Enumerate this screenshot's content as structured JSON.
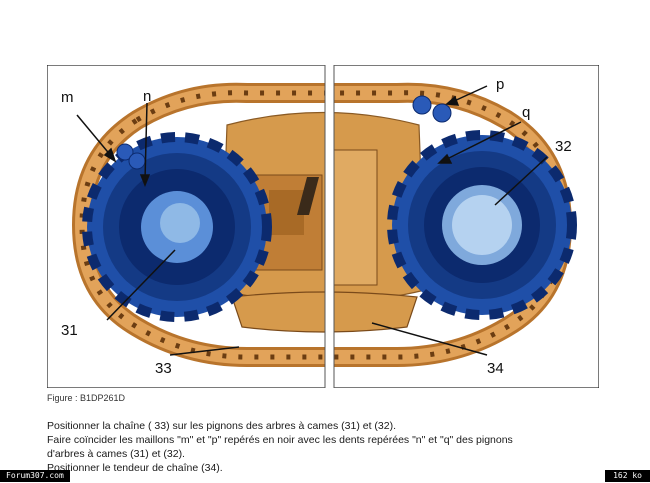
{
  "figure": {
    "labels": {
      "m": "m",
      "n": "n",
      "p": "p",
      "q": "q",
      "sprocket_left": "31",
      "sprocket_right": "32",
      "chain": "33",
      "tensioner": "34"
    },
    "colors": {
      "chain_outer": "#c8873a",
      "chain_link": "#7a4a1a",
      "sprocket_blue": "#1f4fa8",
      "sprocket_dark": "#0c2a6e",
      "hub_light": "#8fb9e6",
      "body_tan": "#d49a4a",
      "divider": "#ffffff"
    }
  },
  "caption": "Figure : B1DP261D",
  "instructions": [
    "Positionner la chaîne ( 33) sur les pignons des arbres à cames (31) et (32).",
    "Faire coïncider les maillons \"m\" et \"p\" repérés en noir avec les dents repérées \"n\" et \"q\" des pignons",
    "d'arbres à cames (31) et (32).",
    "Positionner le tendeur de chaîne (34)."
  ],
  "footer": {
    "site": "Forum307.com",
    "size": "162 ko"
  }
}
